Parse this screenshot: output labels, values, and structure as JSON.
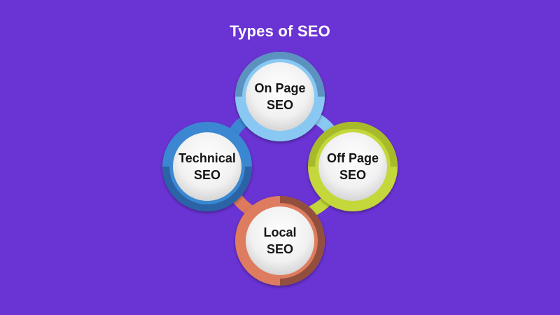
{
  "title": "Types of SEO",
  "nodes": [
    {
      "id": "on-page",
      "line1": "On Page",
      "line2": "SEO",
      "ring_color": "#89c8f3",
      "ring_dark": "#3f7fb1"
    },
    {
      "id": "technical",
      "line1": "Technical",
      "line2": "SEO",
      "ring_color": "#3b87d1",
      "ring_dark": "#2b5f9a"
    },
    {
      "id": "off-page",
      "line1": "Off Page",
      "line2": "SEO",
      "ring_color": "#c4d73a",
      "ring_dark": "#8ea31f"
    },
    {
      "id": "local",
      "line1": "Local",
      "line2": "SEO",
      "ring_color": "#de7b5f",
      "ring_dark": "#8f4433"
    }
  ],
  "colors": {
    "background": "#6a33d4",
    "inner_circle": "#f3f3f3",
    "text": "#151515"
  }
}
